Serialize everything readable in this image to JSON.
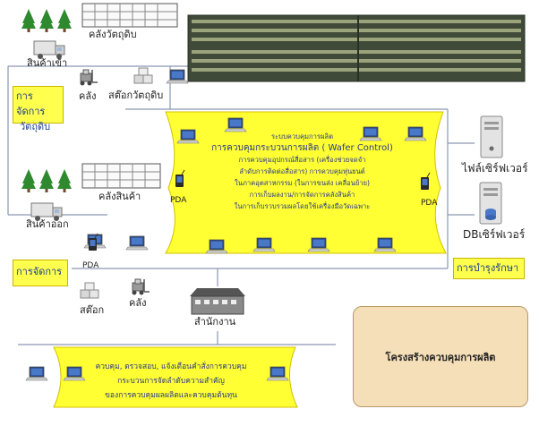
{
  "labels": {
    "incoming": "สินค้าเข้า",
    "material_warehouse": "คลังวัตถุดิบ",
    "warehouse_small": "คลัง",
    "material_stock": "สต๊อกวัตถุดิบ",
    "outgoing": "สินค้าออก",
    "product_warehouse": "คลังสินค้า",
    "pda": "PDA",
    "stock": "สต๊อก",
    "office": "สำนักงาน",
    "file_server": "ไฟล์เซิร์ฟเวอร์",
    "db_server": "DBเซิร์ฟเวอร์"
  },
  "boxes": {
    "material_management": [
      "การจัดการ",
      "วัตถุดิบ"
    ],
    "management": "การจัดการ",
    "maintenance": "การบำรุงรักษา"
  },
  "center": {
    "lines": [
      "ระบบควบคุมการผลิต",
      "การควบคุมกระบวนการผลิต ( Wafer Control)",
      "การควบคุมอุปกรณ์สื่อสาร (เครื่องช่วยจดจำ",
      "ลำดับการติดต่อสื่อสาร) การควบคุมหุ่นยนต์",
      "ในภาคอุตสาหกรรม (ในการขนส่ง เคลื่อนย้าย)",
      "การเก็บผลงาน/การจัดการคลังสินค้า",
      "ในการเก็บรวบรวมผลโดยใช้เครื่องมือวัดเฉพาะ"
    ]
  },
  "bottom": {
    "lines": [
      "ควบคุม, ตรวจสอบ, แจ้งเตือนคำสั่งการควบคุม",
      "กระบวนการจัดลำดับความสำคัญ",
      "ของการควบคุมผลผลิตและควบคุมต้นทุน"
    ]
  },
  "summary": "โครงสร้างควบคุมการผลิต"
}
